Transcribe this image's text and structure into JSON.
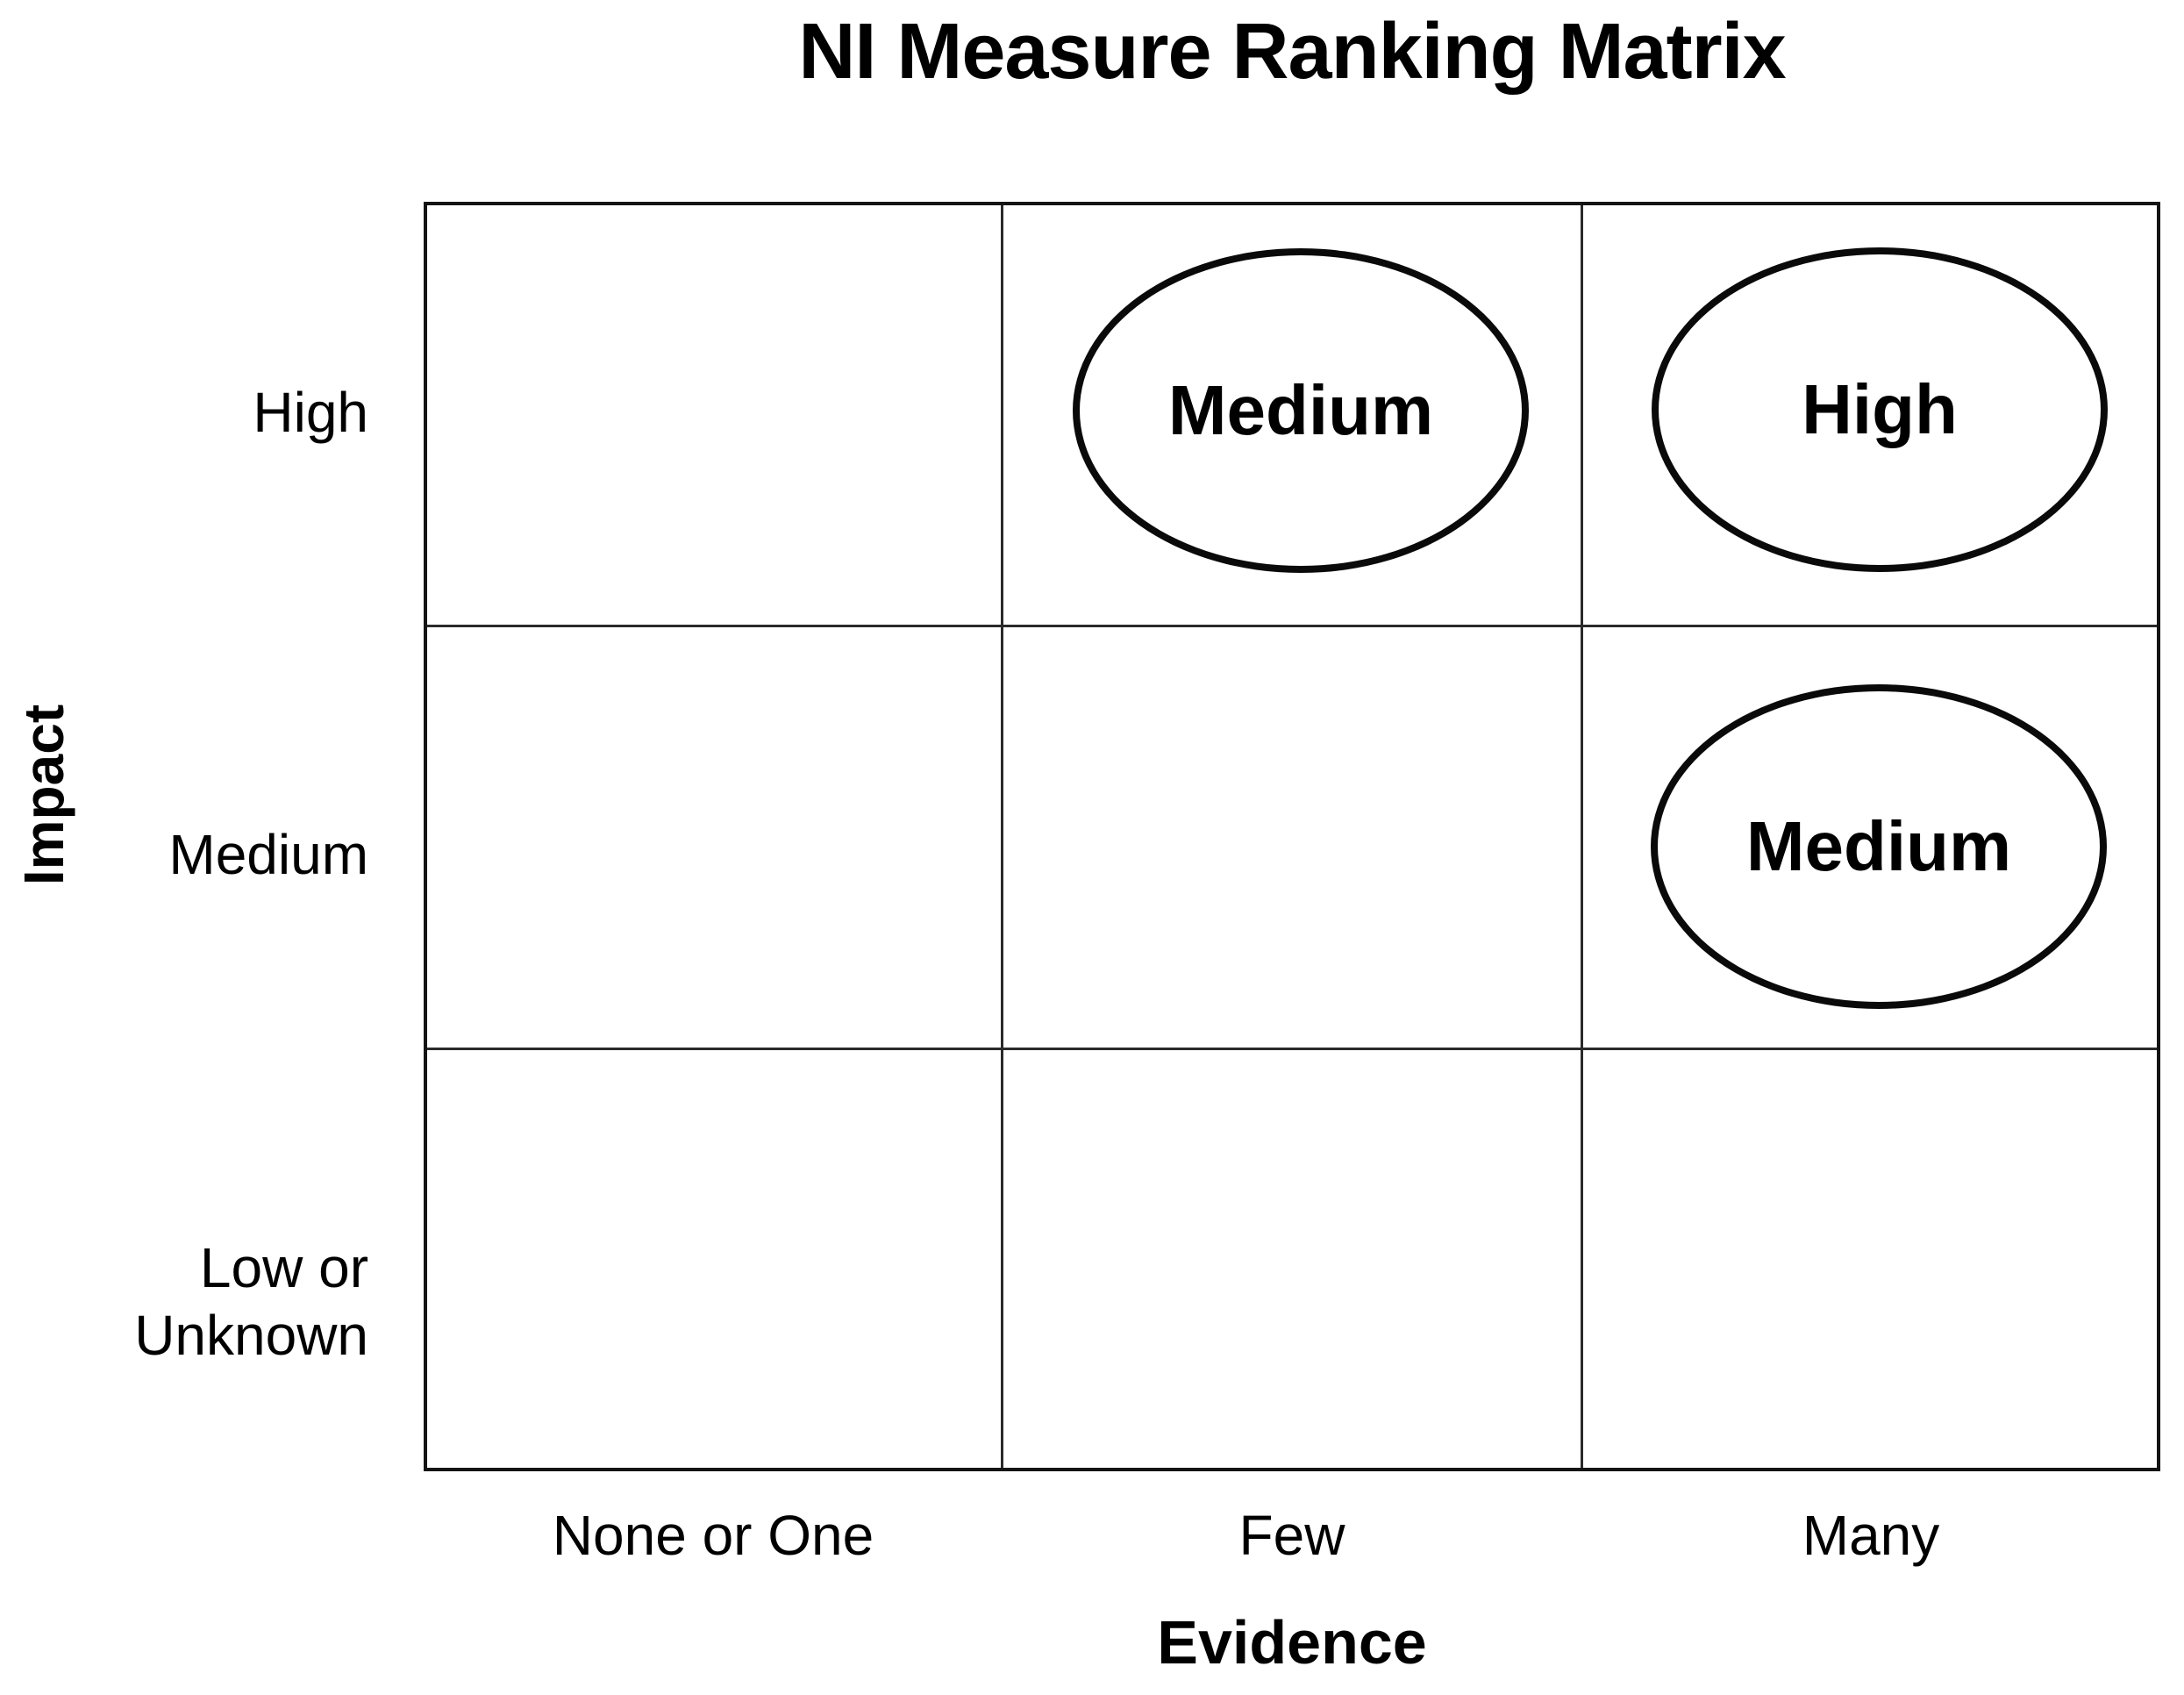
{
  "title": "NI Measure Ranking Matrix",
  "y_axis": {
    "label": "Impact",
    "ticks": [
      {
        "label": "High"
      },
      {
        "label": "Medium"
      },
      {
        "label": "Low or Unknown",
        "line1": "Low or",
        "line2": "Unknown"
      }
    ]
  },
  "x_axis": {
    "label": "Evidence",
    "ticks": [
      "None or One",
      "Few",
      "Many"
    ]
  },
  "markers": [
    {
      "label": "Medium",
      "impact": "High",
      "evidence": "Few"
    },
    {
      "label": "High",
      "impact": "High",
      "evidence": "Many"
    },
    {
      "label": "Medium",
      "impact": "Medium",
      "evidence": "Many"
    }
  ],
  "grid": {
    "rows": 3,
    "columns": 3,
    "empty_cells": [
      [
        "High",
        "None or One"
      ],
      [
        "Medium",
        "None or One"
      ],
      [
        "Medium",
        "Few"
      ],
      [
        "Low or Unknown",
        "None or One"
      ],
      [
        "Low or Unknown",
        "Few"
      ],
      [
        "Low or Unknown",
        "Many"
      ]
    ]
  },
  "colors": {
    "background": "#ffffff",
    "text": "#000000",
    "grid_line": "#141414",
    "ellipse_stroke": "#0a0a0a"
  }
}
